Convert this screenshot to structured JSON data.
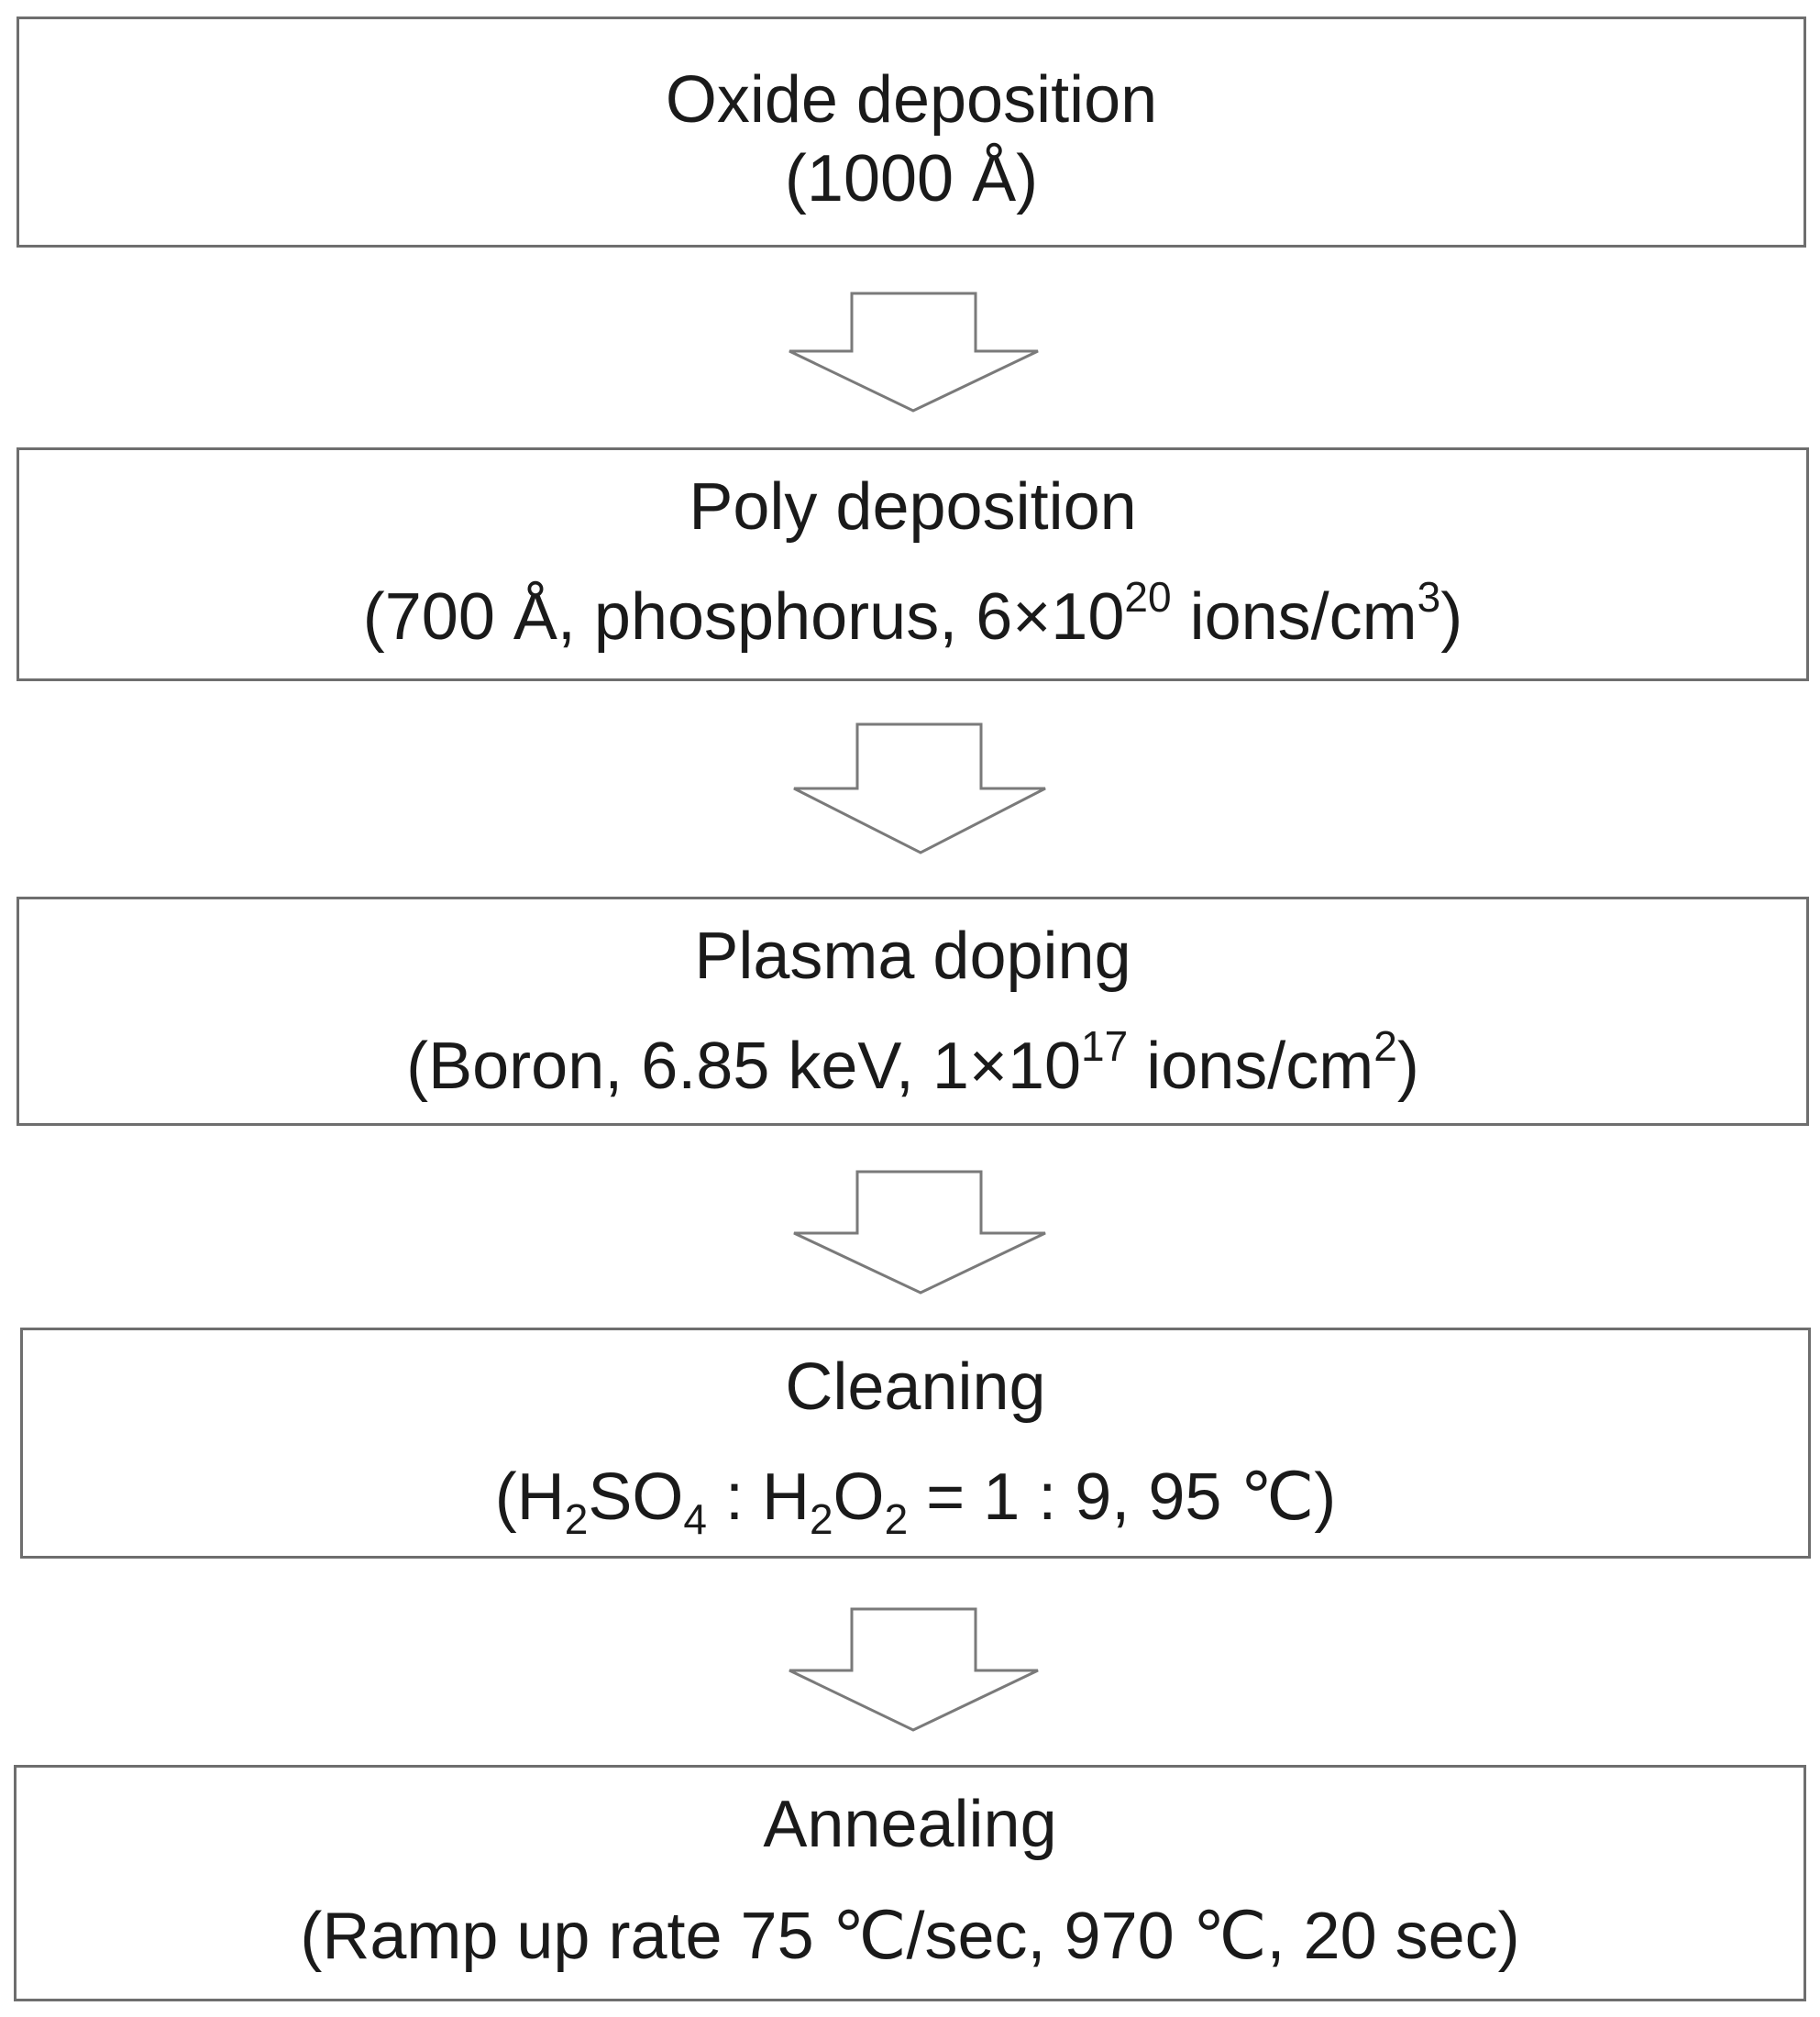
{
  "steps": [
    {
      "title": "Oxide deposition",
      "detail": {
        "text": "(1000 Å)"
      }
    },
    {
      "title": "Poly deposition",
      "detail": {
        "prefix": "(700 Å, phosphorus, 6×10",
        "sup1": "20",
        "mid": " ions/cm",
        "sup2": "3",
        "suffix": ")"
      }
    },
    {
      "title": "Plasma doping",
      "detail": {
        "prefix": "(Boron, 6.85 keV, 1×10",
        "sup1": "17",
        "mid": " ions/cm",
        "sup2": "2",
        "suffix": ")"
      }
    },
    {
      "title": "Cleaning",
      "detail": {
        "p1": "(H",
        "s1": "2",
        "p2": "SO",
        "s2": "4",
        "p3": " : H",
        "s3": "2",
        "p4": "O",
        "s4": "2",
        "p5": " = 1 : 9, 95 ℃)"
      }
    },
    {
      "title": "Annealing",
      "detail": {
        "text": "(Ramp up rate 75 ℃/sec, 970 ℃, 20 sec)"
      }
    }
  ],
  "arrow_icon": "down-arrow-outline-icon"
}
